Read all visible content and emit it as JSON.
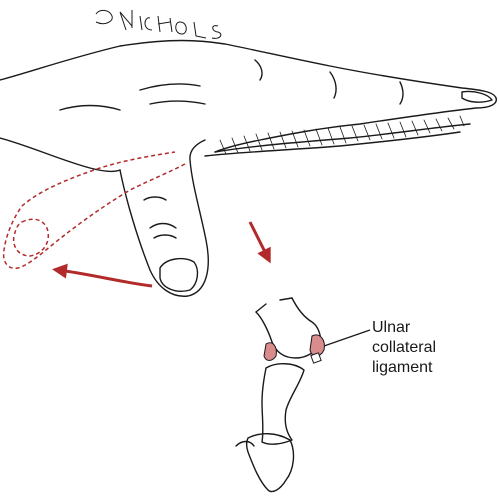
{
  "signature": "D. NICHOLS",
  "label": {
    "line1": "Ulnar",
    "line2": "collateral",
    "line3": "ligament"
  },
  "colors": {
    "ink": "#1a1a1a",
    "arrow": "#b22a2a",
    "ligament": "#d98c8c"
  },
  "icons": {
    "motion_arrow": "curved-arrow-left",
    "zoom_arrow": "arrow-down"
  }
}
